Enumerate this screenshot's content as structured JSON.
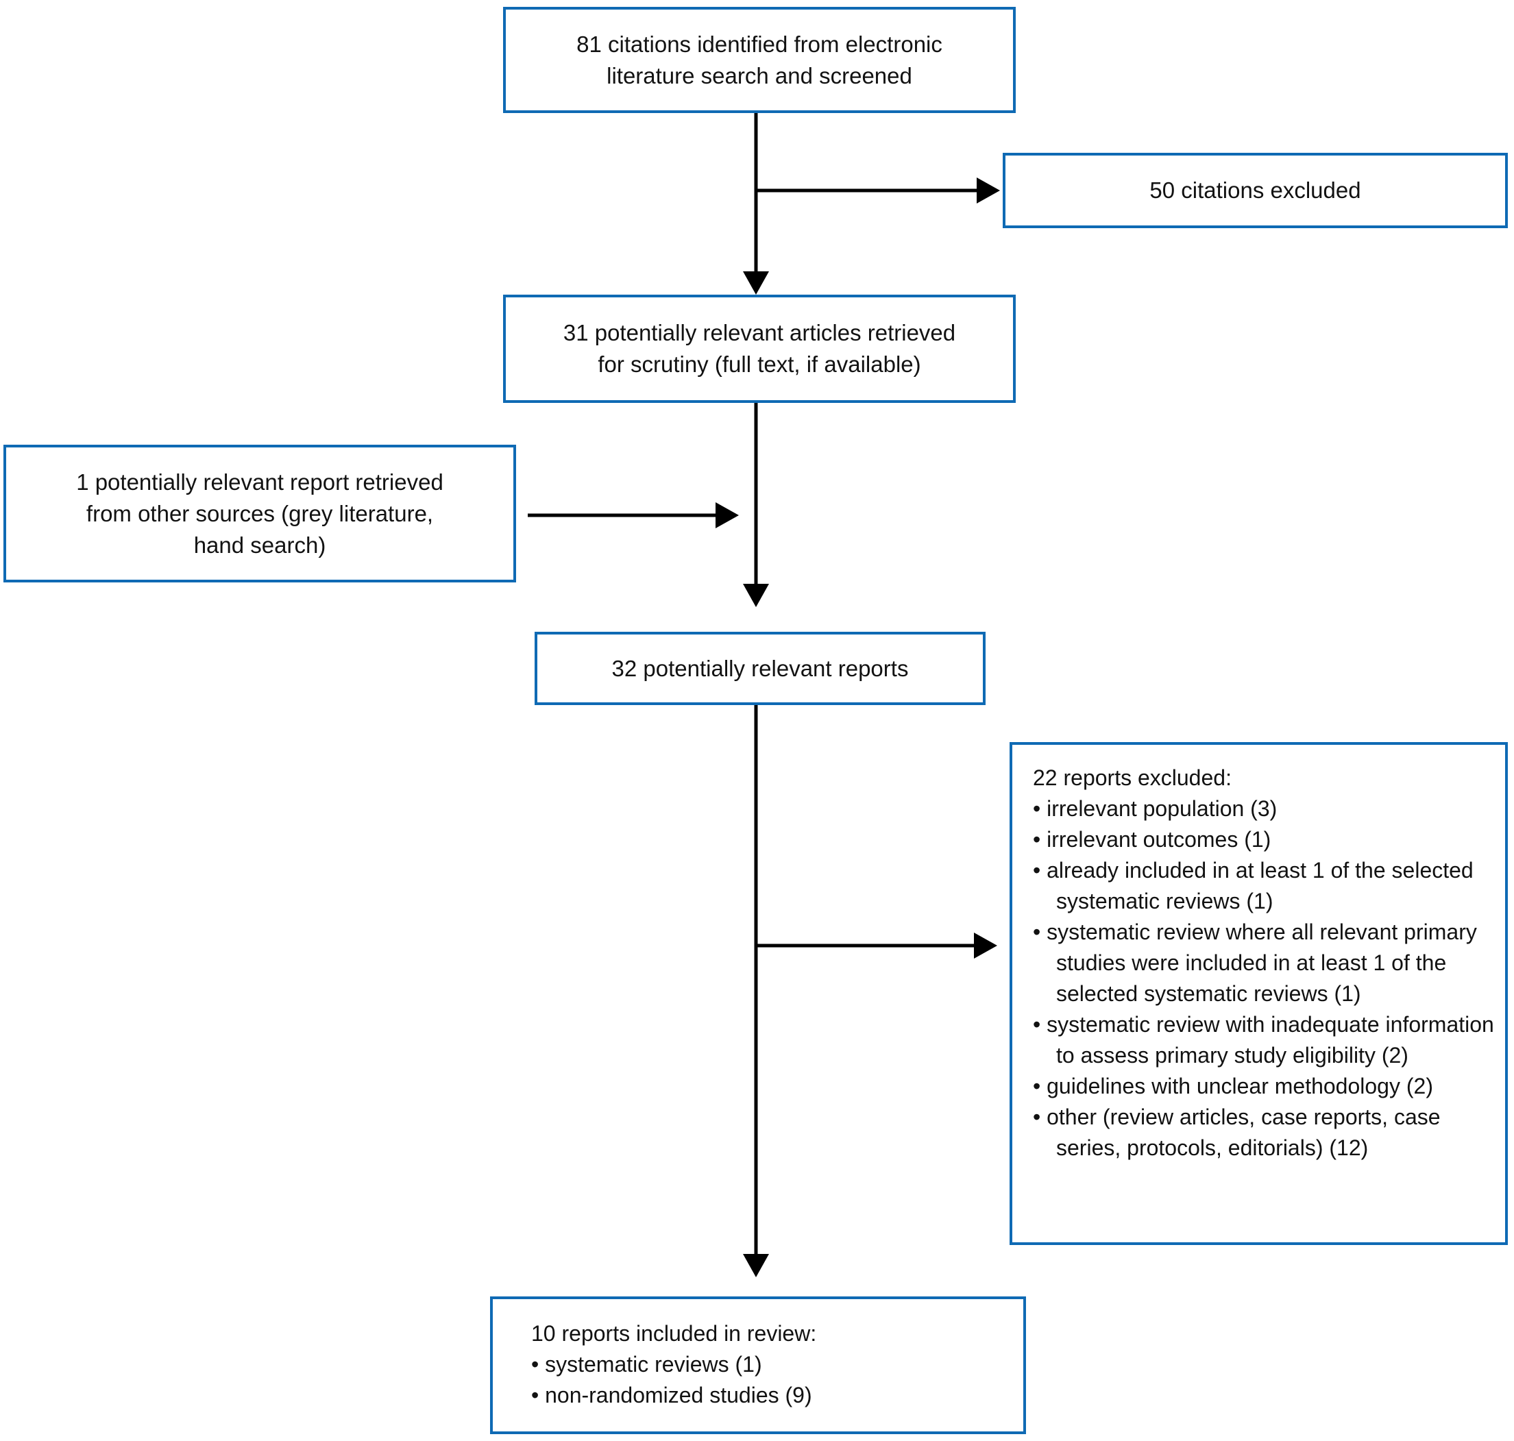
{
  "diagram": {
    "type": "flowchart",
    "colors": {
      "box_border": "#0f6ab4",
      "arrow": "#000000",
      "text": "#121212",
      "background": "#ffffff"
    },
    "boxes": {
      "screened": {
        "text": "81 citations identified from electronic\nliterature search and screened"
      },
      "citations_excluded": {
        "text": "50 citations excluded"
      },
      "retrieved": {
        "text": "31 potentially relevant articles retrieved\nfor scrutiny (full text, if available)"
      },
      "other_sources": {
        "text": "1 potentially relevant report retrieved\nfrom other sources (grey literature,\nhand search)"
      },
      "relevant_reports": {
        "text": "32 potentially relevant reports"
      },
      "reports_excluded": {
        "title": "22 reports excluded:",
        "bullets": [
          "• irrelevant population (3)",
          "• irrelevant outcomes (1)",
          "• already included in at least 1 of the selected systematic reviews (1)",
          "• systematic review where all relevant primary studies were included in at least 1 of the selected systematic reviews (1)",
          "• systematic review with inadequate information to assess primary study eligibility (2)",
          "• guidelines with unclear methodology (2)",
          "• other (review articles, case reports, case series, protocols, editorials) (12)"
        ]
      },
      "included": {
        "title": "10 reports included in review:",
        "bullets": [
          "• systematic reviews (1)",
          "• non-randomized studies (9)"
        ]
      }
    }
  }
}
